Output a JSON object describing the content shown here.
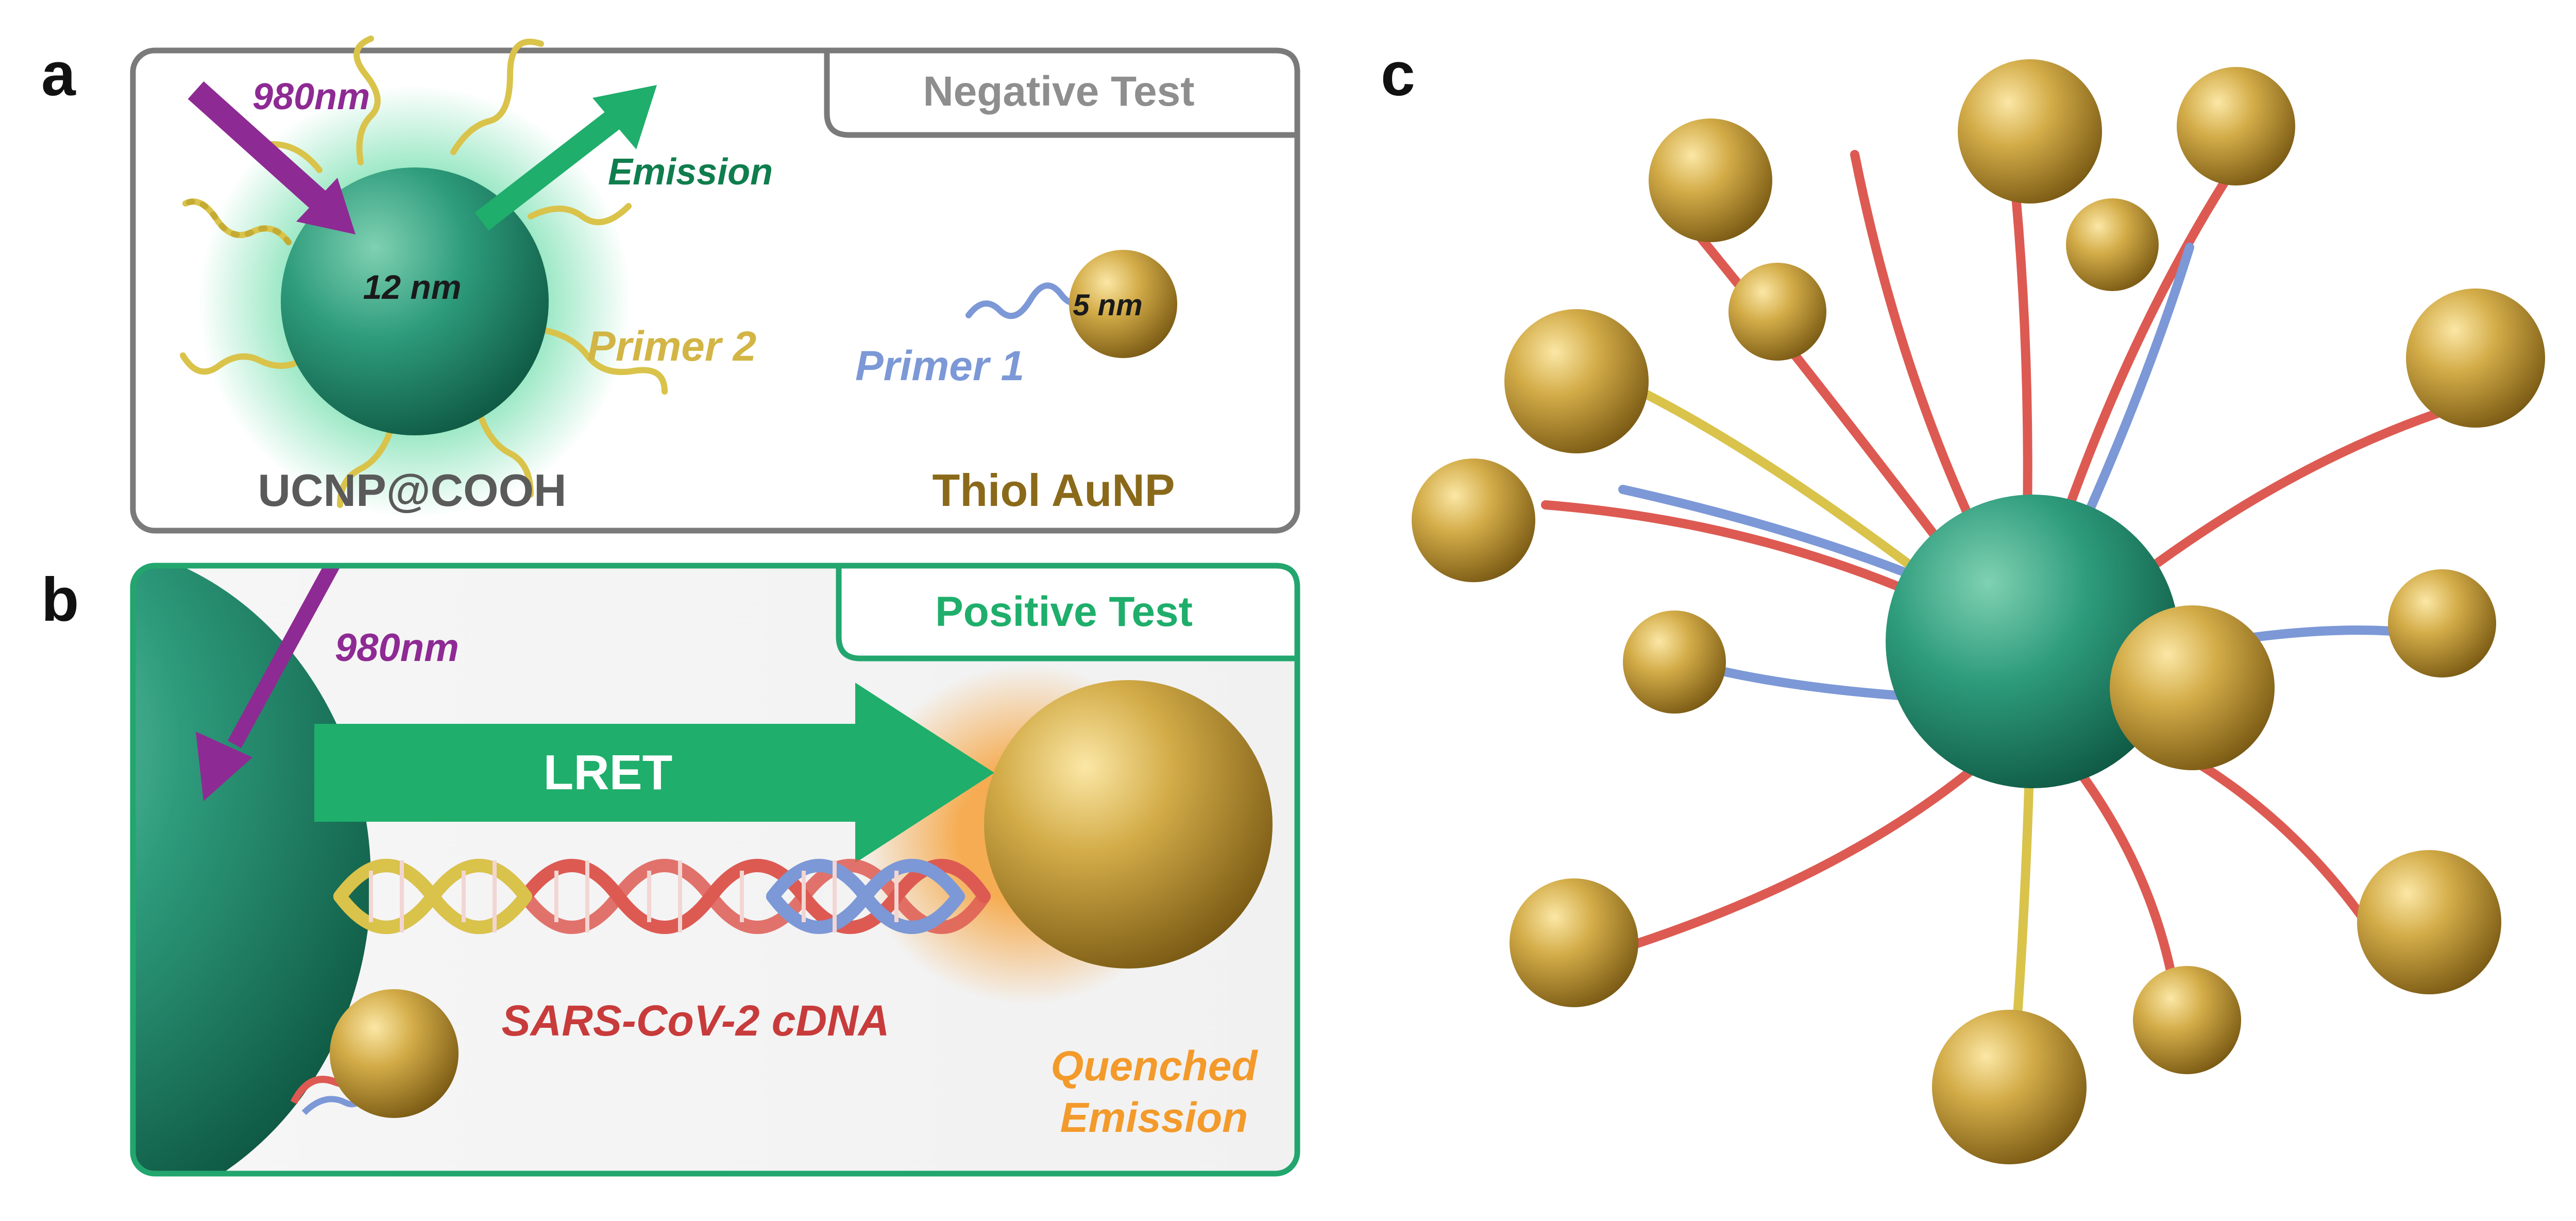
{
  "panel_labels": {
    "a": "a",
    "b": "b",
    "c": "c"
  },
  "panel_a": {
    "tag": "Negative Test",
    "excitation": "980nm",
    "emission": "Emission",
    "ucnp_size": "12 nm",
    "primer2": "Primer 2",
    "primer1": "Primer 1",
    "aunp_size": "5 nm",
    "ucnp_name": "UCNP@COOH",
    "aunp_name": "Thiol AuNP"
  },
  "panel_b": {
    "tag": "Positive Test",
    "excitation": "980nm",
    "transfer": "LRET",
    "target": "SARS-CoV-2 cDNA",
    "quenched_line1": "Quenched",
    "quenched_line2": "Emission"
  },
  "colors": {
    "grey_frame": "#7a7a7a",
    "green_frame": "#22a66e",
    "ucnp_green": "#2e9c7c",
    "gold": "#c9a23a",
    "purple": "#8e2a93",
    "emission_green": "#1fae6b",
    "primer_yellow": "#d9c34a",
    "primer_blue": "#7c98d6",
    "cdna_red": "#dd5a52",
    "orange": "#f39a2b"
  }
}
